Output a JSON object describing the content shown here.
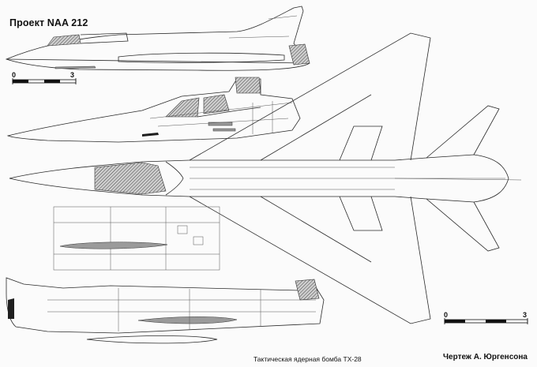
{
  "title": "Проект NAA 212",
  "credit": "Чертеж А. Юргенсона",
  "bomb_caption": "Тактическая ядерная бомба TX-28",
  "scale_bars": [
    {
      "zero_label": "0",
      "max_label": "3"
    },
    {
      "zero_label": "0",
      "max_label": "3"
    }
  ]
}
